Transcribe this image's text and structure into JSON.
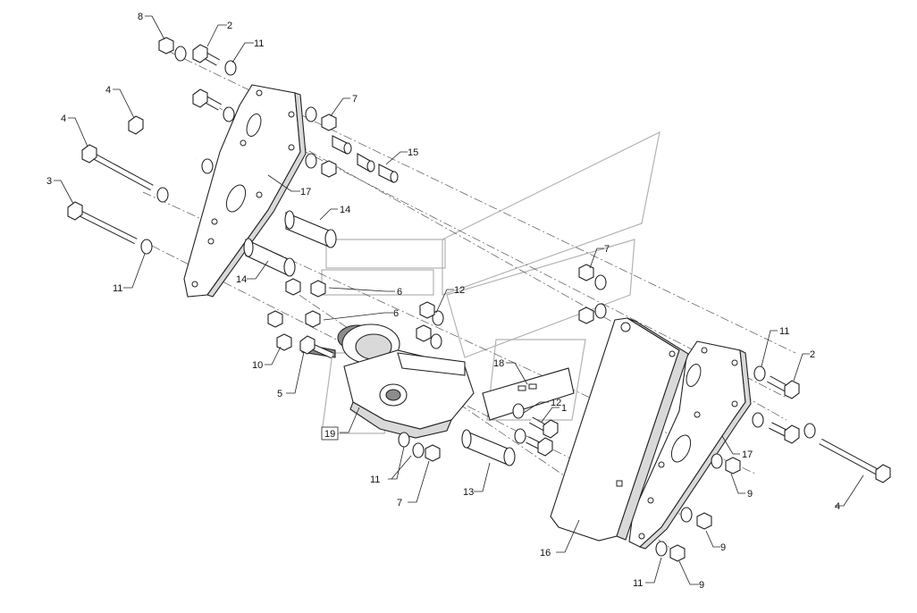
{
  "labels": {
    "l1": "1",
    "l2a": "2",
    "l2b": "2",
    "l3": "3",
    "l4a": "4",
    "l4b": "4",
    "l4c": "4",
    "l5": "5",
    "l6a": "6",
    "l6b": "6",
    "l7a": "7",
    "l7b": "7",
    "l7c": "7",
    "l8": "8",
    "l9a": "9",
    "l9b": "9",
    "l9c": "9",
    "l10": "10",
    "l11a": "11",
    "l11b": "11",
    "l11c": "11",
    "l11d": "11",
    "l11e": "11",
    "l12a": "12",
    "l12b": "12",
    "l13": "13",
    "l14a": "14",
    "l14b": "14",
    "l15": "15",
    "l16": "16",
    "l17a": "17",
    "l17b": "17",
    "l18": "18",
    "l19": "19"
  }
}
